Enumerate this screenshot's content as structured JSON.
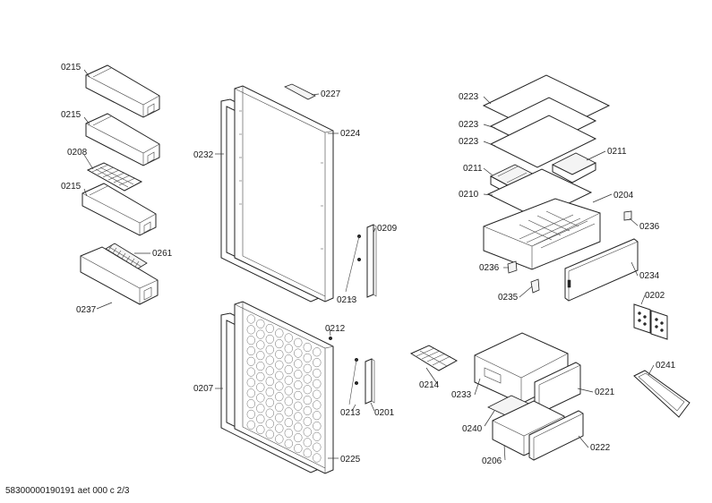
{
  "labels": {
    "l1": "0215",
    "l2": "0215",
    "l3": "0208",
    "l4": "0215",
    "l5": "0261",
    "l6": "0237",
    "l7": "0232",
    "l8": "0227",
    "l9": "0224",
    "l10": "0209",
    "l11": "0213",
    "l12": "0207",
    "l13": "0212",
    "l14": "0213",
    "l15": "0201",
    "l16": "0225",
    "l17": "0223",
    "l18": "0223",
    "l19": "0223",
    "l20": "0211",
    "l21": "0211",
    "l22": "0210",
    "l23": "0204",
    "l24": "0236",
    "l25": "0236",
    "l26": "0235",
    "l27": "0234",
    "l28": "0202",
    "l29": "0214",
    "l30": "0233",
    "l31": "0221",
    "l32": "0240",
    "l33": "0241",
    "l34": "0206",
    "l35": "0222"
  },
  "footer": "58300000190191 aet 000 c 2/3"
}
